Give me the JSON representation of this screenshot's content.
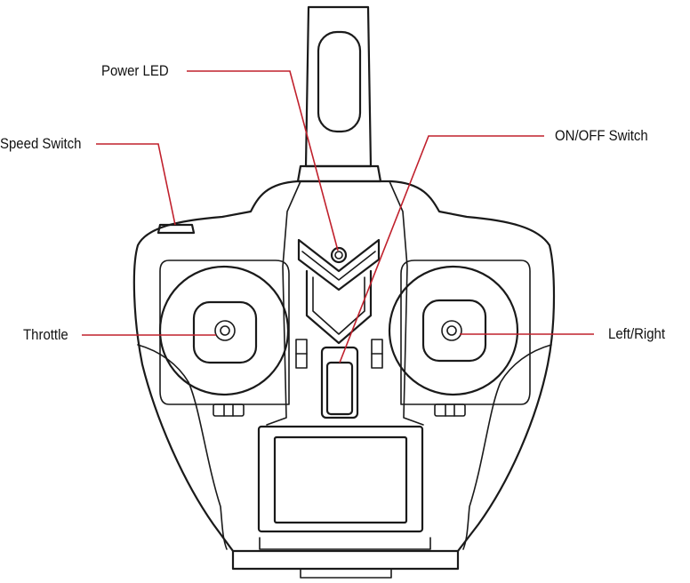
{
  "colors": {
    "leader_line": "#c0202c",
    "outline": "#1a1a1a",
    "background": "#ffffff"
  },
  "callouts": {
    "power_led": "Power LED",
    "speed_switch": "Speed Switch",
    "on_off_switch": "ON/OFF Switch",
    "throttle": "Throttle",
    "left_right": "Left/Right"
  }
}
